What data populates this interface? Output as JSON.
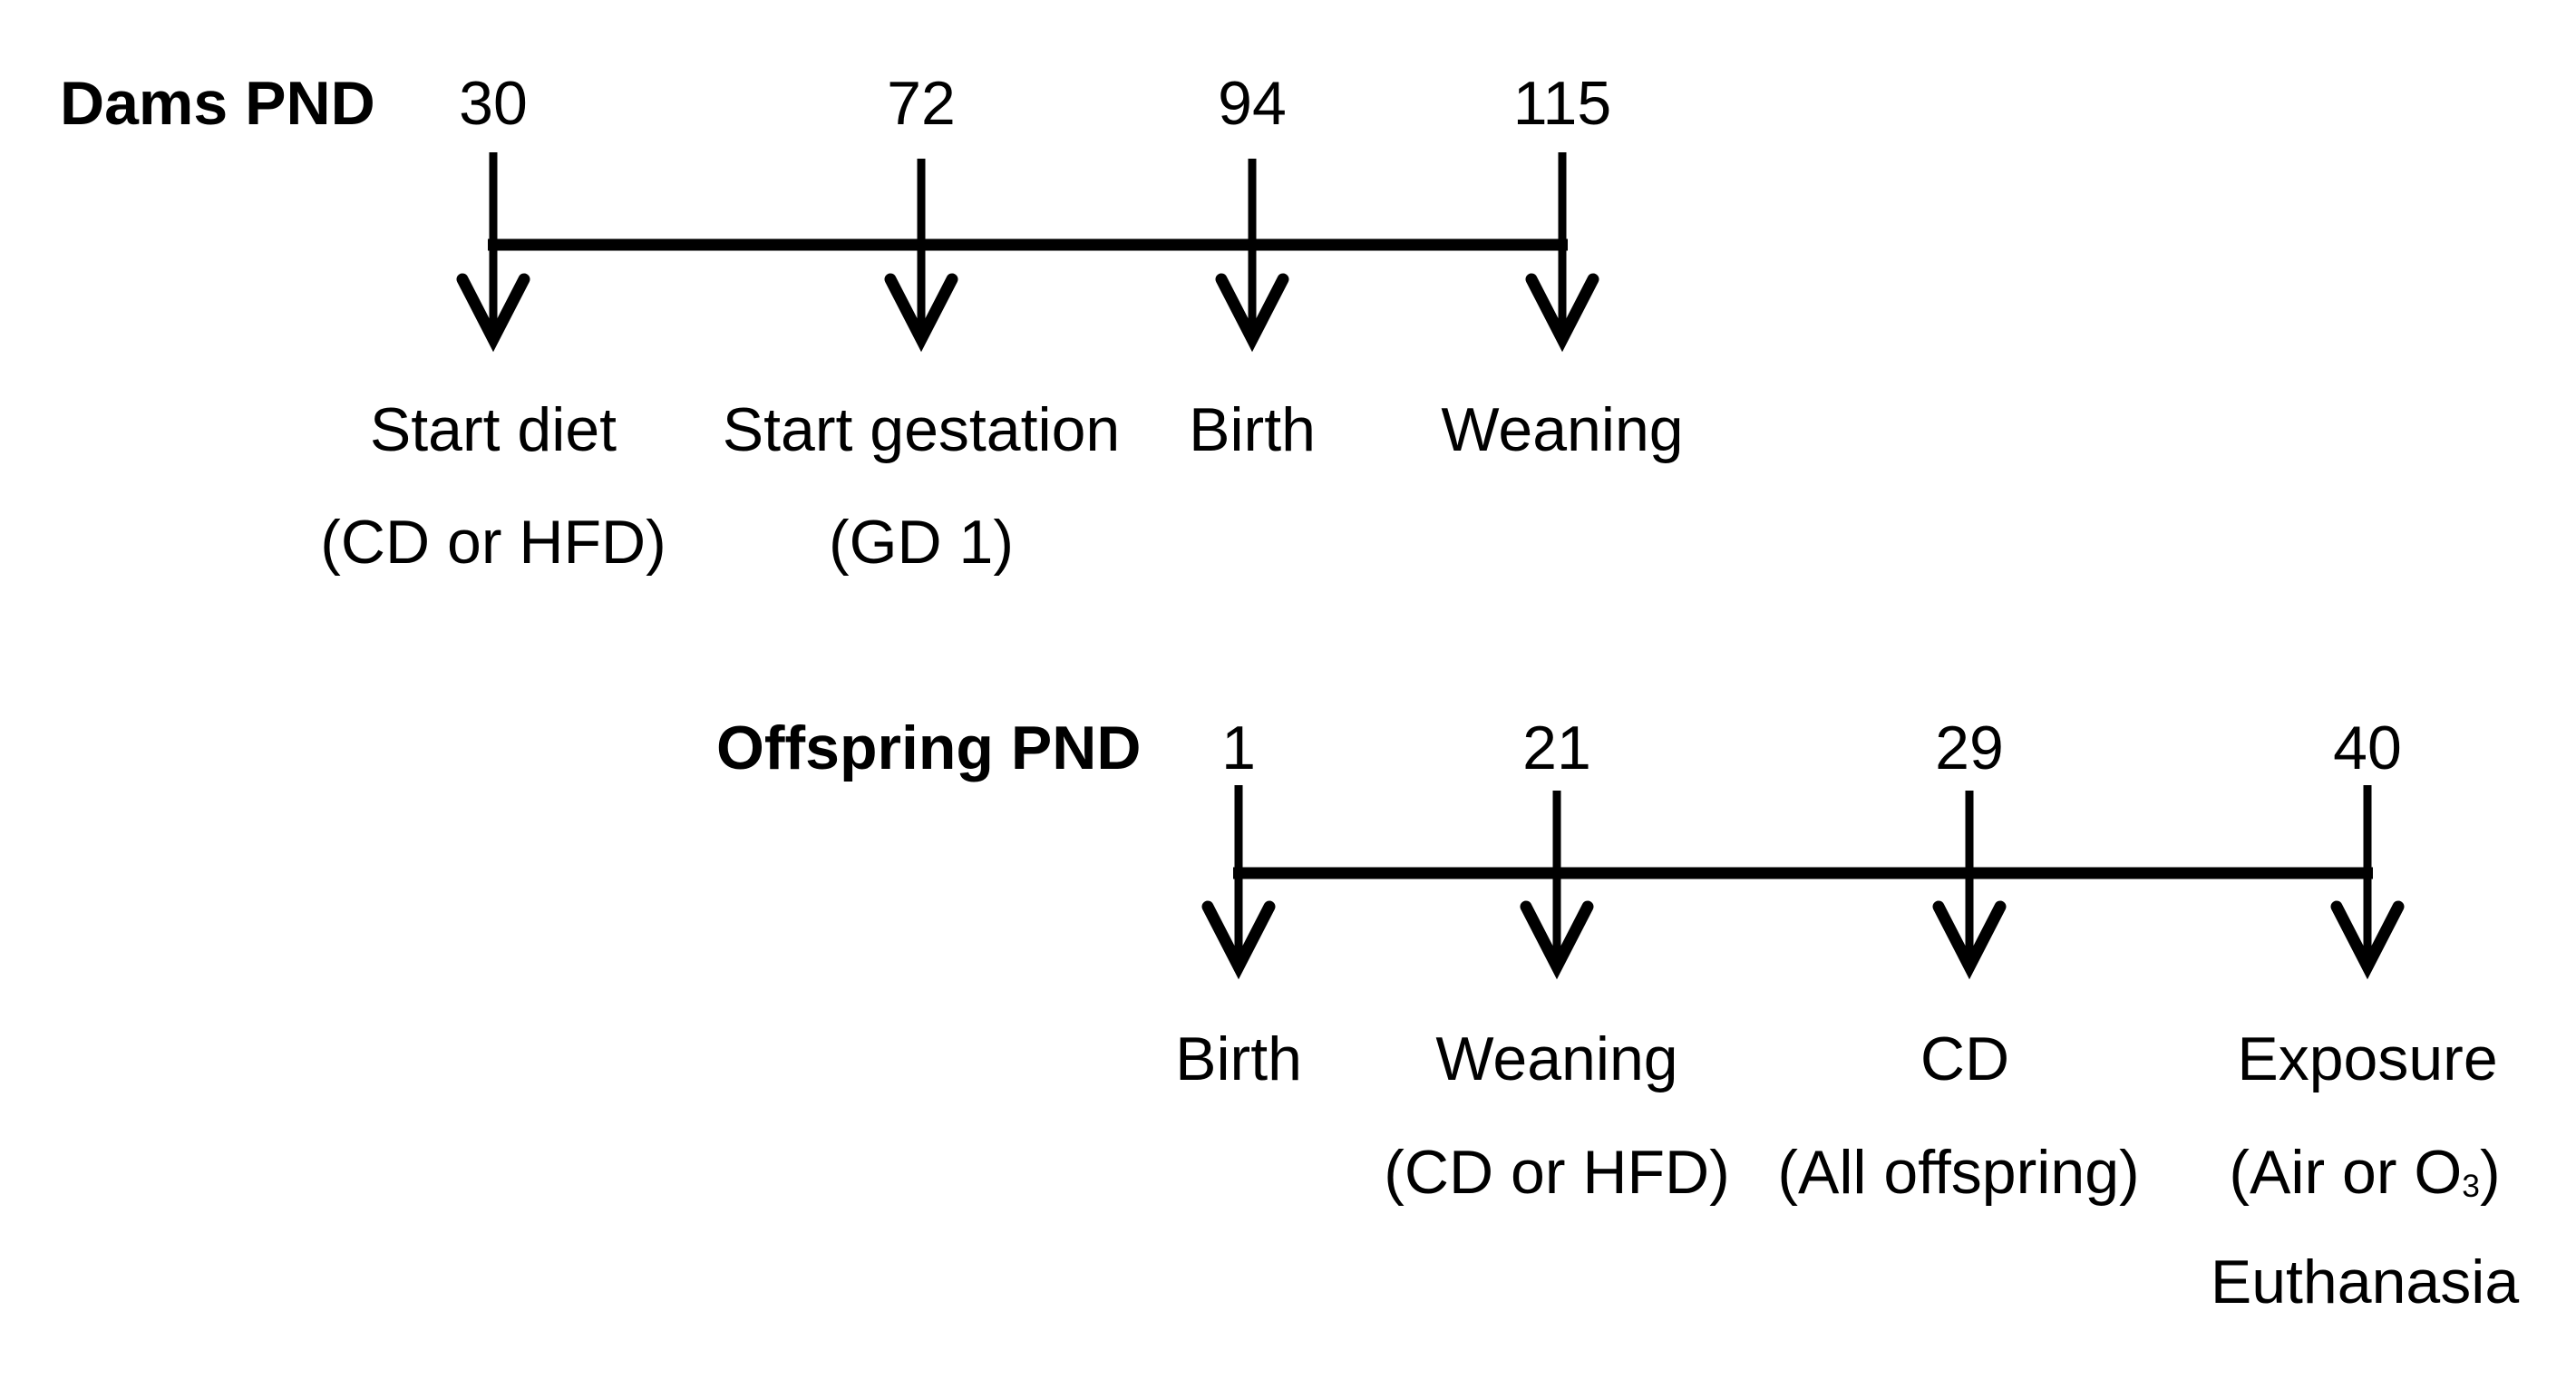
{
  "figure": {
    "background_color": "#ffffff",
    "ink_color": "#000000"
  },
  "dams": {
    "header": "Dams PND",
    "ticks": [
      {
        "day": "30",
        "event": "Start diet",
        "detail": "(CD or HFD)"
      },
      {
        "day": "72",
        "event": "Start gestation",
        "detail": "(GD 1)"
      },
      {
        "day": "94",
        "event": "Birth"
      },
      {
        "day": "115",
        "event": "Weaning"
      }
    ]
  },
  "offspring": {
    "header": "Offspring PND",
    "ticks": [
      {
        "day": "1",
        "event": "Birth"
      },
      {
        "day": "21",
        "event": "Weaning",
        "detail": "(CD or HFD)"
      },
      {
        "day": "29",
        "event": "CD",
        "detail": "(All offspring)"
      },
      {
        "day": "40",
        "event": "Exposure",
        "detail_prefix": "(Air or O",
        "detail_sub": "3",
        "detail_suffix": ")",
        "extra_event": "Euthanasia"
      }
    ]
  }
}
